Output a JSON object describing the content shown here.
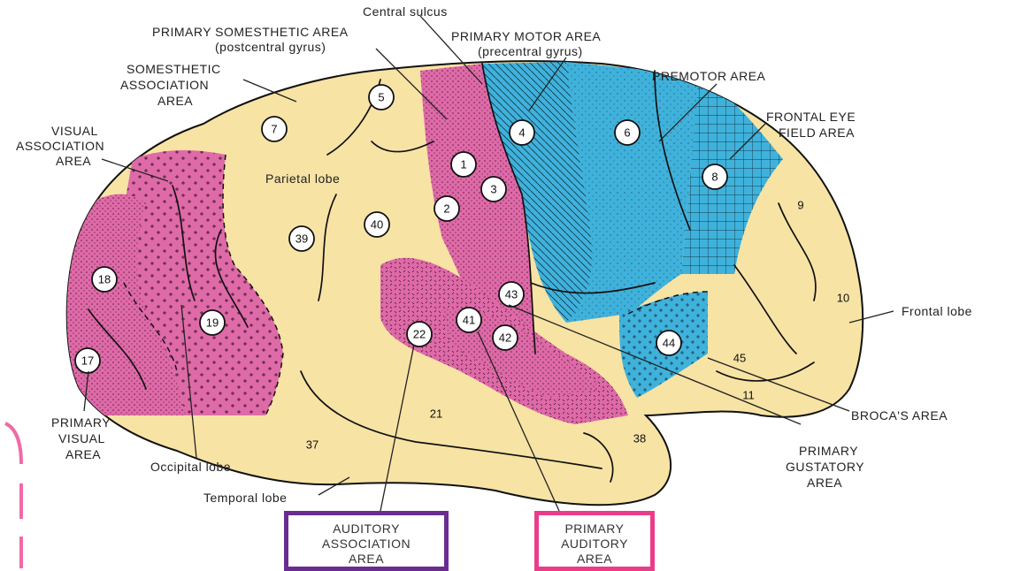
{
  "labels": {
    "central_sulcus": "Central sulcus",
    "primary_somesthetic": "PRIMARY SOMESTHETIC AREA",
    "postcentral": "(postcentral gyrus)",
    "primary_motor": "PRIMARY MOTOR AREA",
    "precentral": "(precentral gyrus)",
    "somesthetic_assoc_1": "SOMESTHETIC",
    "somesthetic_assoc_2": "ASSOCIATION",
    "somesthetic_assoc_3": "AREA",
    "premotor": "PREMOTOR AREA",
    "frontal_eye_1": "FRONTAL EYE",
    "frontal_eye_2": "FIELD AREA",
    "visual_assoc_1": "VISUAL",
    "visual_assoc_2": "ASSOCIATION",
    "visual_assoc_3": "AREA",
    "parietal_lobe": "Parietal lobe",
    "frontal_lobe": "Frontal lobe",
    "brocas_area": "BROCA'S AREA",
    "primary_gustatory_1": "PRIMARY",
    "primary_gustatory_2": "GUSTATORY",
    "primary_gustatory_3": "AREA",
    "primary_visual_1": "PRIMARY",
    "primary_visual_2": "VISUAL",
    "primary_visual_3": "AREA",
    "occipital_lobe": "Occipital lobe",
    "temporal_lobe": "Temporal lobe"
  },
  "boxes": {
    "auditory_association": [
      "AUDITORY",
      "ASSOCIATION",
      "AREA"
    ],
    "primary_auditory": [
      "PRIMARY",
      "AUDITORY",
      "AREA"
    ]
  },
  "areas": {
    "circled": [
      "5",
      "7",
      "4",
      "6",
      "1",
      "3",
      "2",
      "8",
      "40",
      "39",
      "18",
      "19",
      "17",
      "43",
      "22",
      "41",
      "42",
      "44"
    ],
    "plain": [
      "9",
      "10",
      "45",
      "11",
      "21",
      "37",
      "38"
    ]
  },
  "colors": {
    "sensory_pink": "#df6aa8",
    "motor_blue": "#3fb2dc",
    "association_cream": "#f7e3a4",
    "auditory_association_border": "#6a2c91",
    "primary_auditory_border": "#ea3c8a",
    "dashed_marker": "#f06aa6"
  }
}
